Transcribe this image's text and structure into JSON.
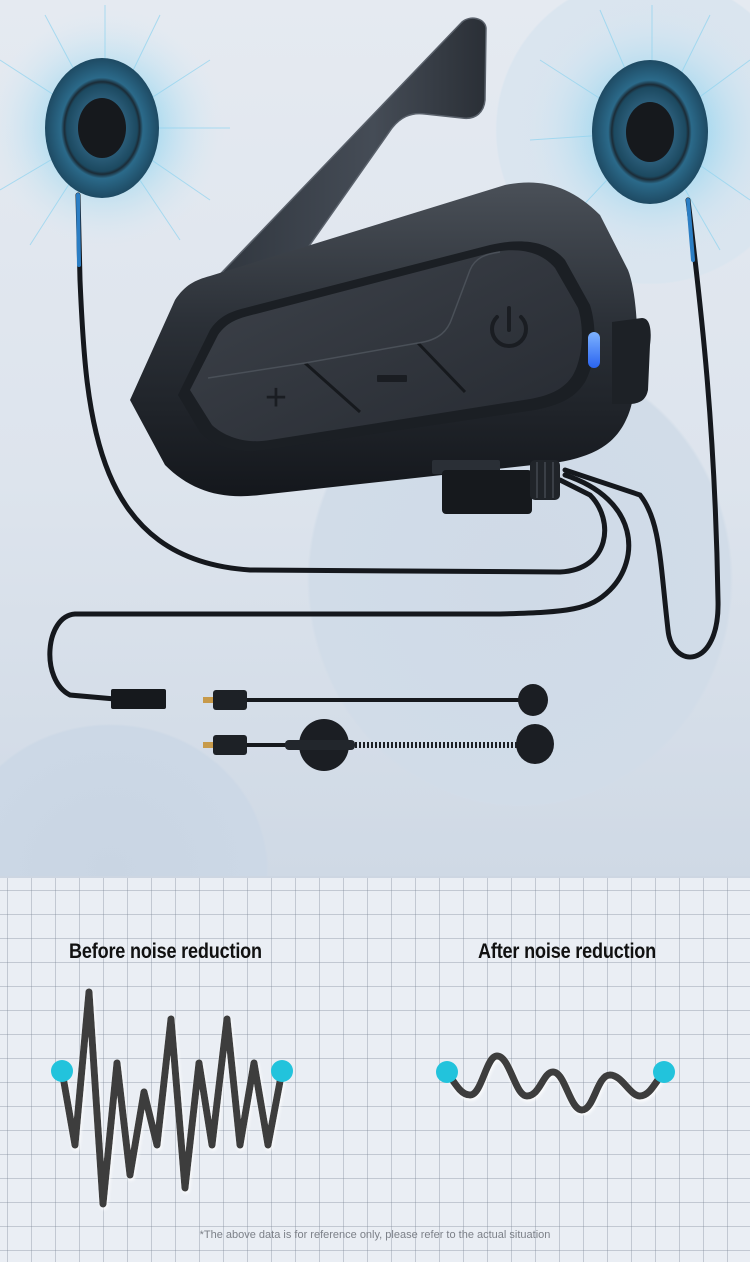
{
  "product": {
    "name": "Motorcycle helmet intercom headset",
    "buttons": [
      {
        "label": "+",
        "icon": "plus-icon"
      },
      {
        "label": "−",
        "icon": "minus-icon"
      },
      {
        "label": "⏻",
        "icon": "power-icon"
      }
    ],
    "led_color": "#3f7dff",
    "accessories": [
      "left-speaker",
      "right-speaker",
      "cable-connector",
      "wired-mic",
      "boom-mic"
    ]
  },
  "comparison": {
    "before": {
      "title": "Before noise reduction"
    },
    "after": {
      "title": "After noise reduction"
    },
    "disclaimer": "*The above data is for reference only, please refer to the actual situation",
    "colors": {
      "wave": "#3c3c3c",
      "endpoint": "#22c3dc",
      "grid": "#aab3c0",
      "background": "#eaeef4"
    }
  },
  "chart_data": [
    {
      "type": "line",
      "title": "Before noise reduction",
      "xlabel": "",
      "ylabel": "",
      "x": [
        62,
        75,
        89,
        103,
        117,
        130,
        144,
        157,
        171,
        185,
        199,
        212,
        227,
        240,
        254,
        268,
        282
      ],
      "values": [
        0,
        -74,
        79,
        -133,
        8,
        -104,
        -21,
        -74,
        52,
        -117,
        8,
        -74,
        52,
        -74,
        8,
        -74,
        0
      ],
      "grid": true,
      "legend": "none"
    },
    {
      "type": "line",
      "title": "After noise reduction",
      "xlabel": "",
      "ylabel": "",
      "x": [
        447,
        467,
        497,
        525,
        553,
        580,
        607,
        640,
        664
      ],
      "values": [
        0,
        -22,
        15,
        -25,
        -1,
        -39,
        -4,
        -25,
        -1
      ],
      "grid": true,
      "legend": "none"
    }
  ]
}
